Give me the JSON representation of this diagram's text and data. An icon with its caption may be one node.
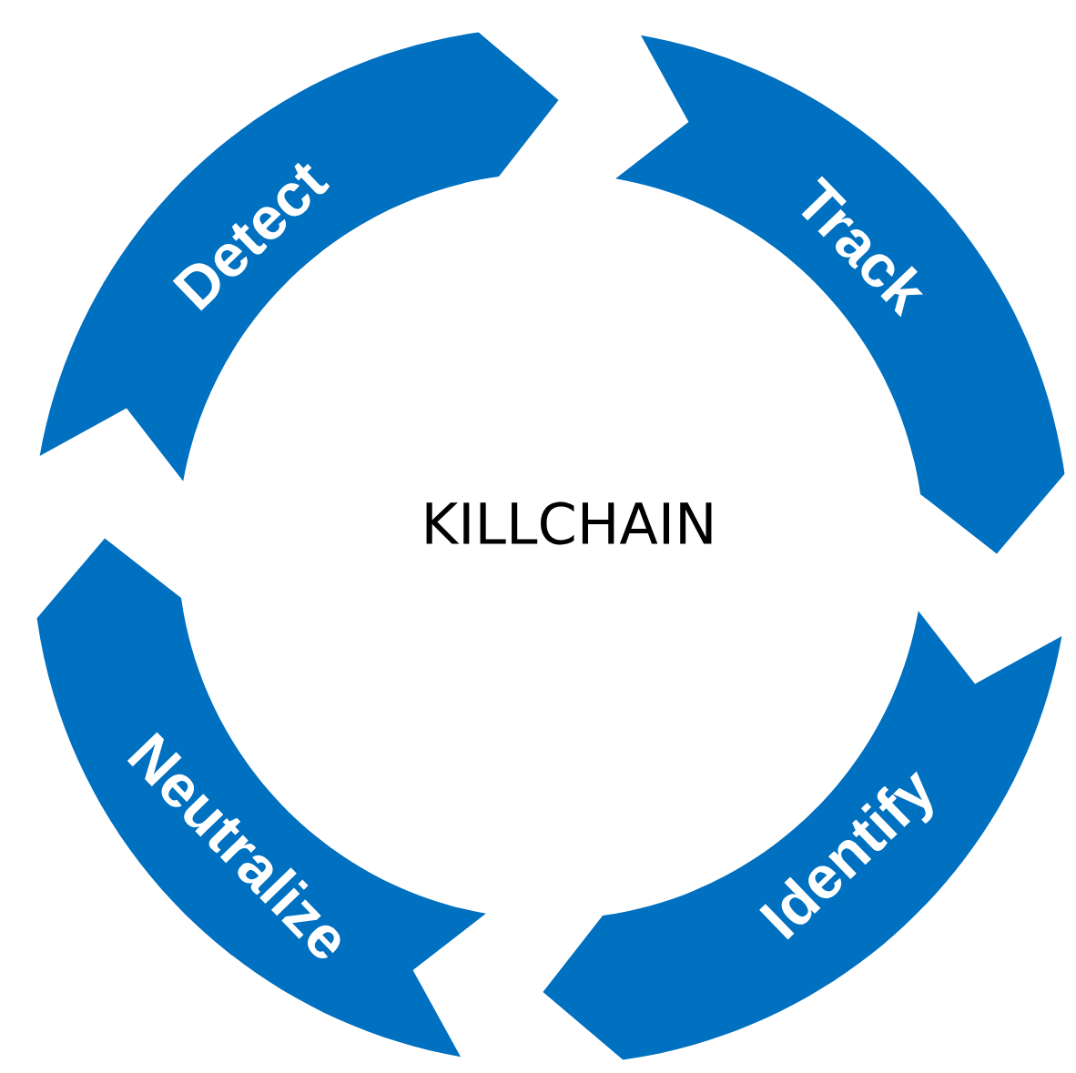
{
  "diagram": {
    "title": "KILLCHAIN",
    "nodes": [
      {
        "text": [
          "Detect"
        ]
      },
      {
        "text": [
          "Track"
        ]
      },
      {
        "text": [
          "Neutralize"
        ]
      },
      {
        "text": [
          "Identify"
        ]
      }
    ]
  }
}
